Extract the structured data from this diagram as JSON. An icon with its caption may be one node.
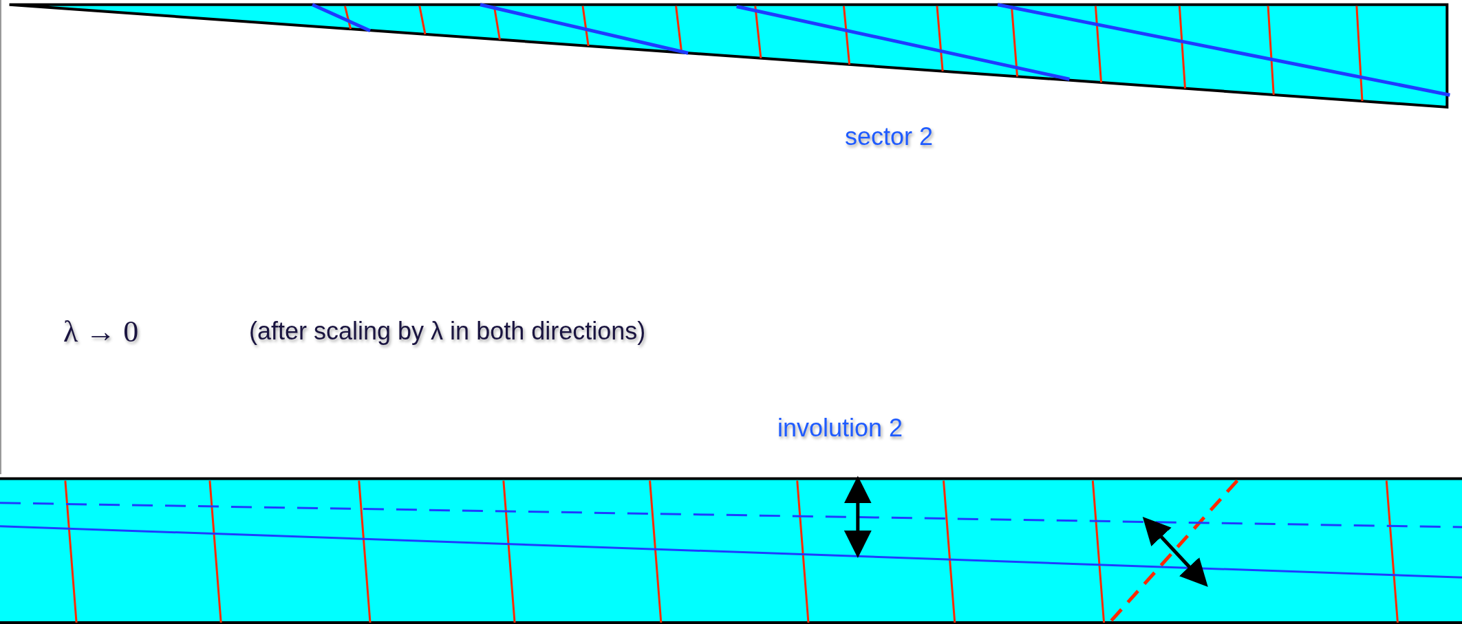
{
  "diagram": {
    "labels": [
      "sector 2",
      "λ → 0",
      "(after scaling by λ in both directions)",
      "involution 2"
    ]
  }
}
